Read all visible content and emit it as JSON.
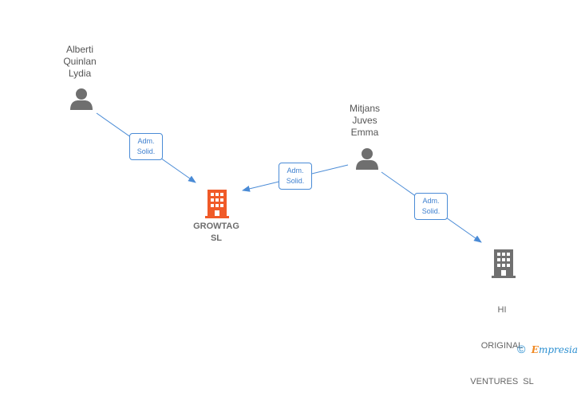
{
  "nodes": {
    "person_a": {
      "lines": [
        "Alberti",
        "Quinlan",
        "Lydia"
      ],
      "icon": "person-icon"
    },
    "person_b": {
      "lines": [
        "Mitjans",
        "Juves",
        "Emma"
      ],
      "icon": "person-icon"
    },
    "company_main": {
      "lines": [
        "GROWTAG",
        "SL"
      ],
      "icon": "building-icon",
      "color": "#f05a28"
    },
    "company_other": {
      "lines": [
        "HI",
        "ORIGINAL",
        "VENTURES  SL"
      ],
      "icon": "building-icon",
      "color": "#707070"
    }
  },
  "edges": [
    {
      "from": "person_a",
      "to": "company_main",
      "label": [
        "Adm.",
        "Solid."
      ]
    },
    {
      "from": "person_b",
      "to": "company_main",
      "label": [
        "Adm.",
        "Solid."
      ]
    },
    {
      "from": "person_b",
      "to": "company_other",
      "label": [
        "Adm.",
        "Solid."
      ]
    }
  ],
  "colors": {
    "edge": "#4a8bd6",
    "person": "#6f6f6f",
    "focus": "#f05a28",
    "company": "#707070"
  },
  "footer": {
    "copyright": "©",
    "brand_initial": "E",
    "brand_rest": "mpresia"
  }
}
